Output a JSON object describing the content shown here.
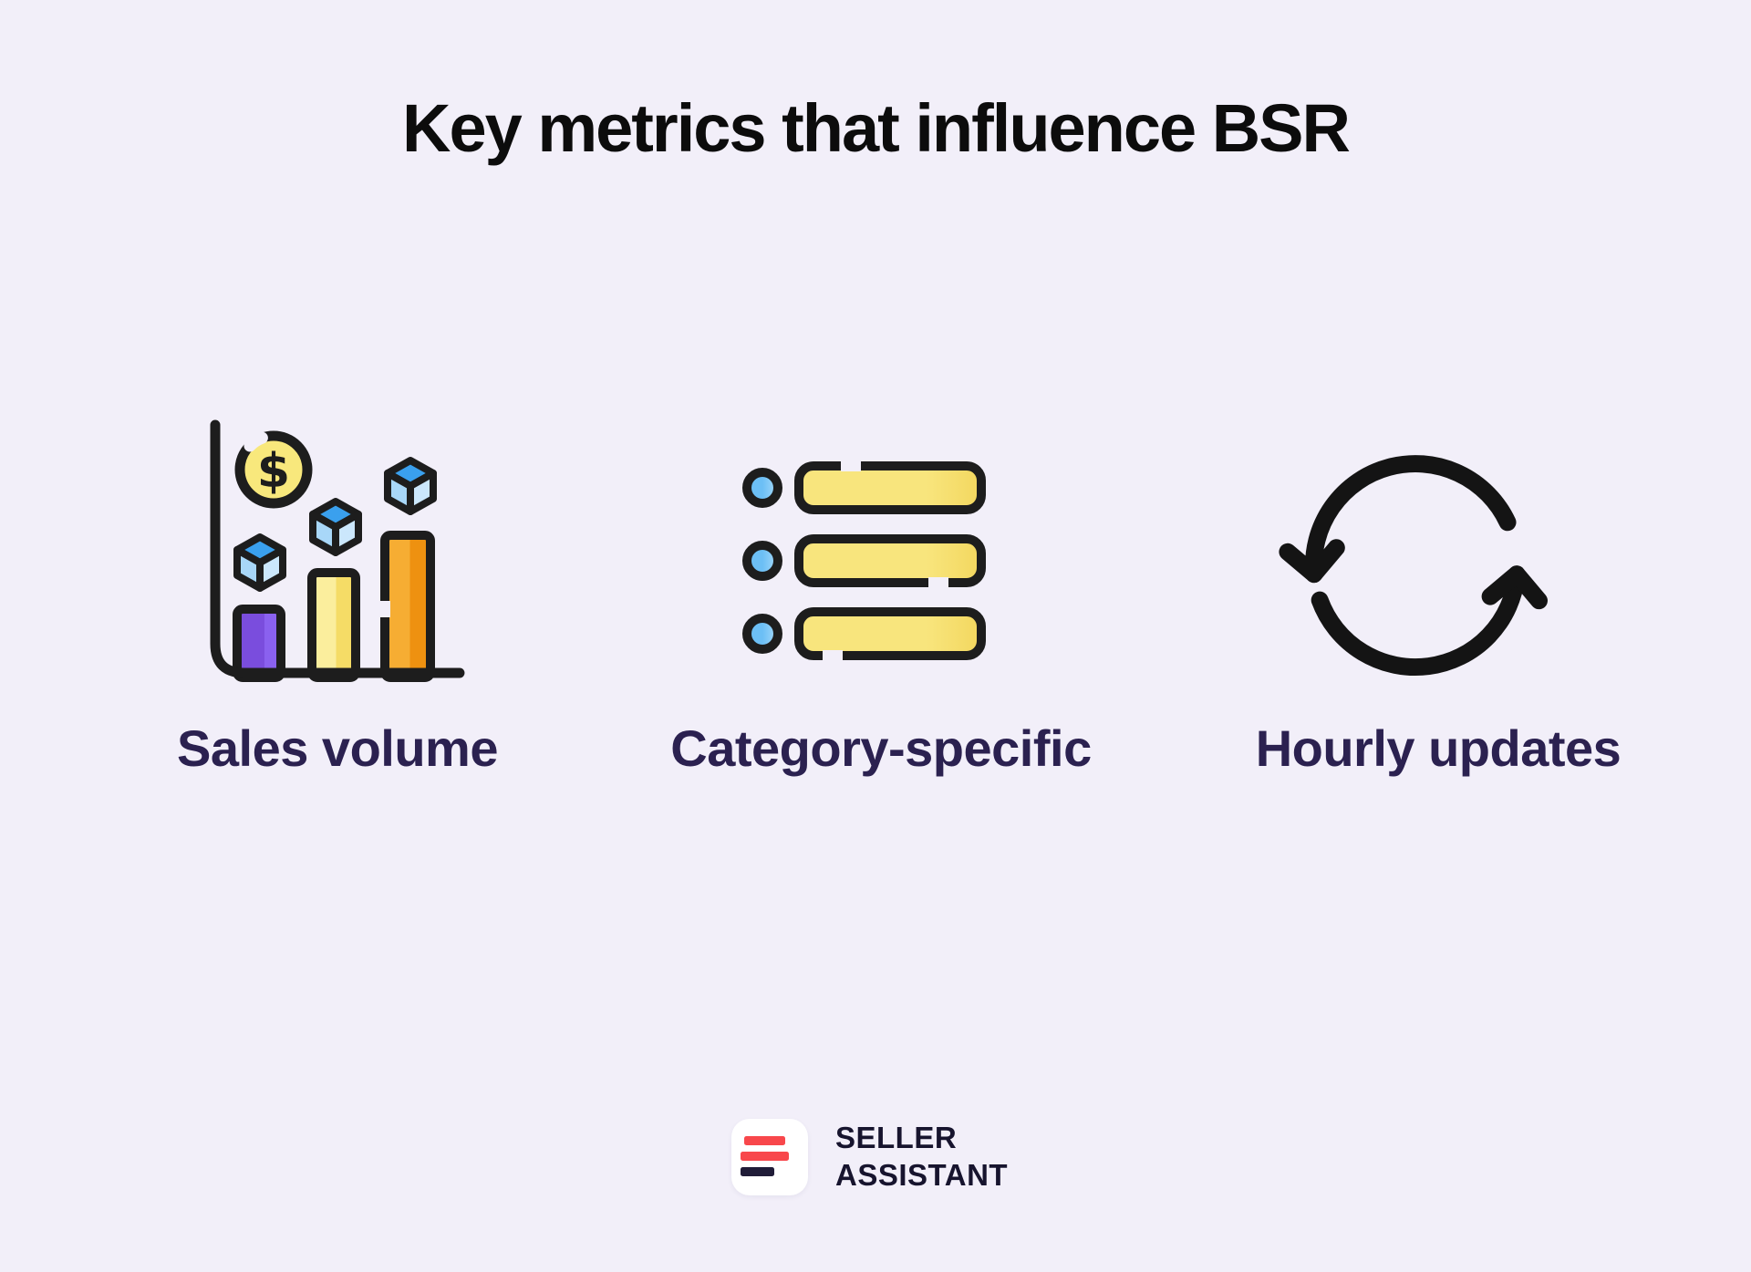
{
  "title": "Key metrics that influence BSR",
  "metrics": [
    {
      "label": "Sales volume",
      "icon": "sales-volume-icon"
    },
    {
      "label": "Category-specific",
      "icon": "category-list-icon"
    },
    {
      "label": "Hourly updates",
      "icon": "hourly-updates-refresh-icon"
    }
  ],
  "icons": {
    "dollar_sign": "$"
  },
  "footer": {
    "brand_line1": "SELLER",
    "brand_line2": "ASSISTANT"
  },
  "colors": {
    "background": "#f2eff9",
    "title_text": "#0c0c0c",
    "label_text": "#2b2150",
    "icon_outline": "#1d1d1d",
    "coin_yellow": "#f8e87c",
    "bar_purple": "#7a4ddd",
    "bar_yellow": "#f5dc66",
    "bar_orange": "#f1a025",
    "cube_top_blue": "#3aa0ee",
    "cube_face_light_blue": "#a8d7f8",
    "bullet_blue": "#6cbff5",
    "logo_red": "#f8474b",
    "logo_dark_navy": "#201c38",
    "logo_background": "#ffffff",
    "brand_text": "#17142e"
  }
}
